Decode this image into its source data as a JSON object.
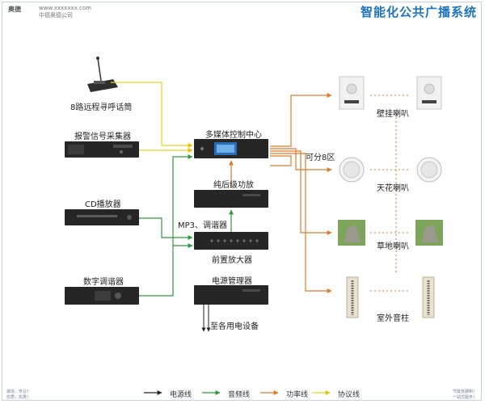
{
  "header": {
    "title": "智能化公共广播系统",
    "logo": "奥德",
    "site": "www.xxxxxxx.com",
    "company": "中德奥德公司"
  },
  "devices": {
    "paging_mic": "8路远程寻呼话筒",
    "alarm": "报警信号采集器",
    "cd": "CD播放器",
    "tuner": "数字调谐器",
    "control": "多媒体控制中心",
    "amp": "纯后级功放",
    "mp3": "MP3、调谐器",
    "preamp": "前置放大器",
    "power": "电源管理器",
    "to_devices": "至各用电设备"
  },
  "zones": {
    "label": "可分8区",
    "wall": "壁挂喇叭",
    "ceiling": "天花喇叭",
    "lawn": "草地喇叭",
    "column": "室外音柱"
  },
  "legend": [
    {
      "label": "电源线",
      "color": "#222222"
    },
    {
      "label": "音频线",
      "color": "#2e9a3e"
    },
    {
      "label": "功率线",
      "color": "#e07a2a"
    },
    {
      "label": "协议线",
      "color": "#f2d21b"
    }
  ],
  "footer": {
    "left1": "诚信，专业！",
    "left2": "优质，实惠！",
    "right1": "节能低碳制！",
    "right2": "一站式服务！"
  }
}
